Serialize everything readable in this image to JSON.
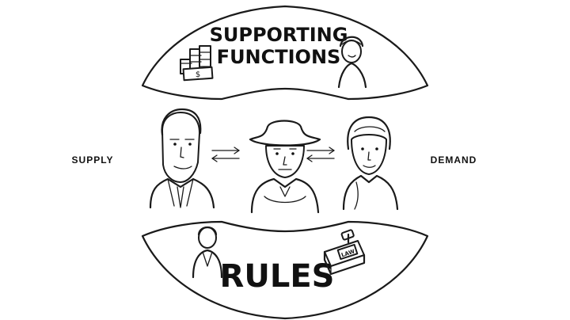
{
  "top_segment": {
    "title_line1": "SUPPORTING",
    "title_line2": "FUNCTIONS"
  },
  "bottom_segment": {
    "title": "RULES",
    "book_label": "LAW"
  },
  "left_label": "SUPPLY",
  "right_label": "DEMAND",
  "icons": [
    "money-stack-icon",
    "woman-portrait-icon",
    "businessman-figure",
    "farmer-figure",
    "woman-figure",
    "official-portrait-icon",
    "law-book-icon",
    "gavel-icon",
    "double-arrow-icon"
  ],
  "colors": {
    "ink": "#1a1a1a",
    "background": "#ffffff"
  }
}
